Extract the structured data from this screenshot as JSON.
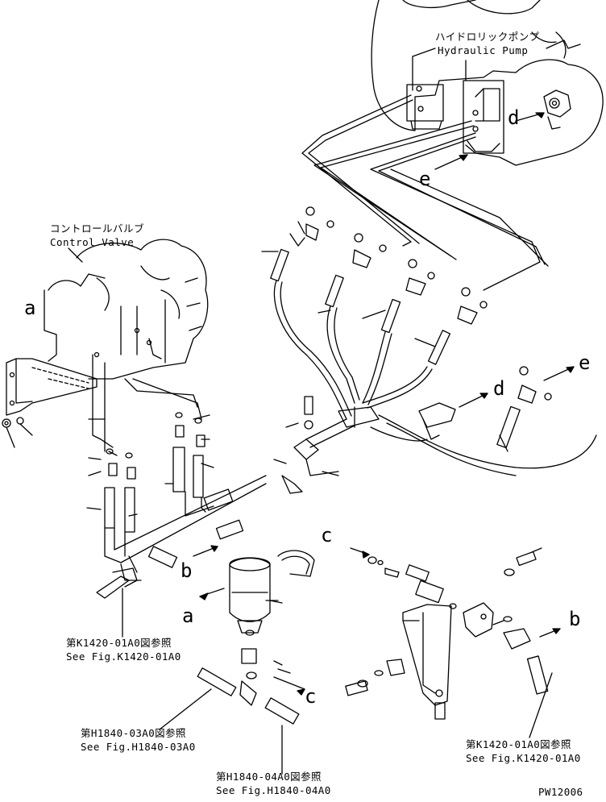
{
  "labels": {
    "pump_jp": "ハイドロリックポンプ",
    "pump_en": "Hydraulic Pump",
    "valve_jp": "コントロールバルブ",
    "valve_en": "Control Valve"
  },
  "arrows": {
    "a_top": "a",
    "a_mid": "a",
    "b_mid": "b",
    "b_right": "b",
    "c_top": "c",
    "c_bottom": "c",
    "d_top": "d",
    "d_mid": "d",
    "e_top": "e",
    "e_right": "e"
  },
  "refs": {
    "k1420_left_jp": "第K1420-01A0図参照",
    "k1420_left_en": "See Fig.K1420-01A0",
    "h1840_03_jp": "第H1840-03A0図参照",
    "h1840_03_en": "See Fig.H1840-03A0",
    "h1840_04_jp": "第H1840-04A0図参照",
    "h1840_04_en": "See Fig.H1840-04A0",
    "k1420_right_jp": "第K1420-01A0図参照",
    "k1420_right_en": "See Fig.K1420-01A0"
  },
  "figure_code": "PW12006"
}
